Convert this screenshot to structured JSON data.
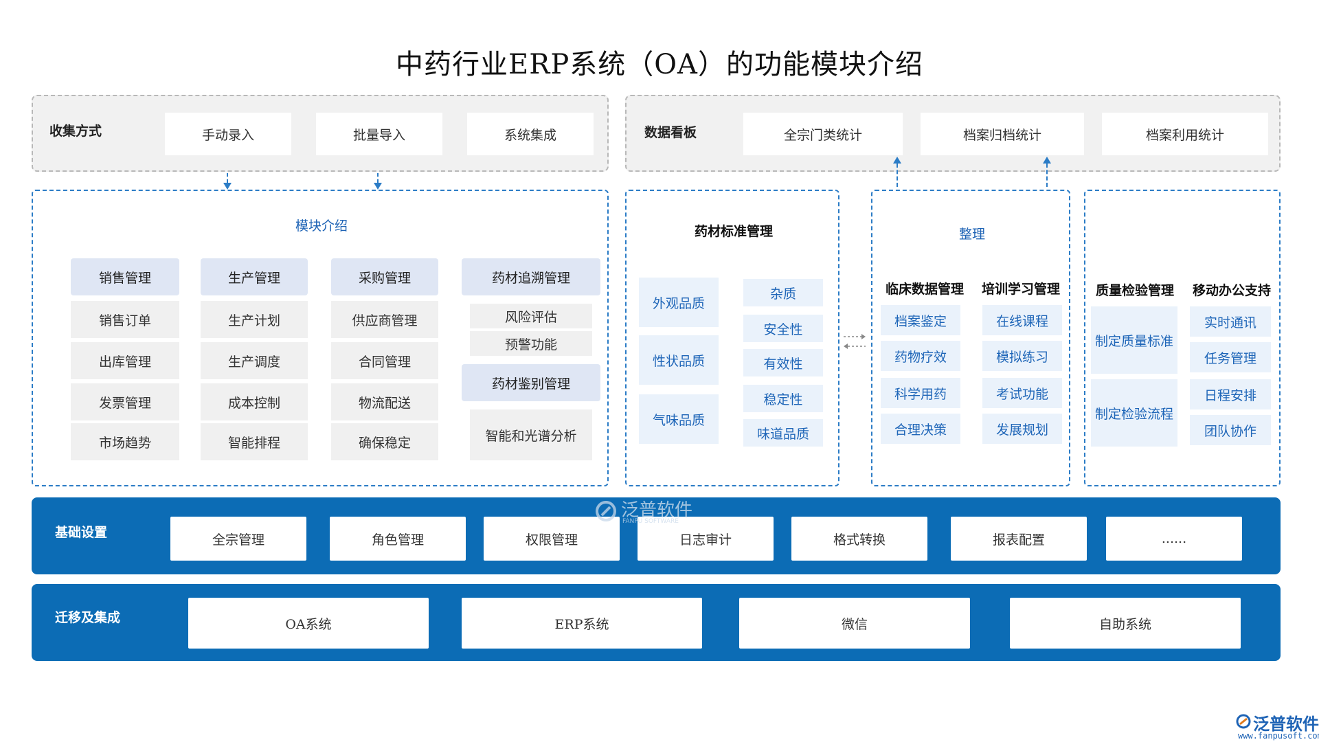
{
  "title": "中药行业ERP系统（OA）的功能模块介绍",
  "collect": {
    "label": "收集方式",
    "items": [
      "手动录入",
      "批量导入",
      "系统集成"
    ]
  },
  "dashboard": {
    "label": "数据看板",
    "items": [
      "全宗门类统计",
      "档案归档统计",
      "档案利用统计"
    ]
  },
  "modules": {
    "label": "模块介绍",
    "columns": [
      {
        "head": "销售管理",
        "items": [
          "销售订单",
          "出库管理",
          "发票管理",
          "市场趋势"
        ]
      },
      {
        "head": "生产管理",
        "items": [
          "生产计划",
          "生产调度",
          "成本控制",
          "智能排程"
        ]
      },
      {
        "head": "采购管理",
        "items": [
          "供应商管理",
          "合同管理",
          "物流配送",
          "确保稳定"
        ]
      }
    ],
    "trace": {
      "head": "药材追溯管理",
      "items": [
        "风险评估",
        "预警功能"
      ],
      "head2": "药材鉴别管理",
      "item2": "智能和光谱分析"
    }
  },
  "standard": {
    "label": "药材标准管理",
    "left": [
      "外观品质",
      "性状品质",
      "气味品质"
    ],
    "right": [
      "杂质",
      "安全性",
      "有效性",
      "稳定性",
      "味道品质"
    ]
  },
  "organize": {
    "label": "整理",
    "col1": {
      "head": "临床数据管理",
      "items": [
        "档案鉴定",
        "药物疗效",
        "科学用药",
        "合理决策"
      ]
    },
    "col2": {
      "head": "培训学习管理",
      "items": [
        "在线课程",
        "模拟练习",
        "考试功能",
        "发展规划"
      ]
    }
  },
  "quality": {
    "col1": {
      "head": "质量检验管理",
      "items": [
        "制定质量标准",
        "制定检验流程"
      ]
    },
    "col2": {
      "head": "移动办公支持",
      "items": [
        "实时通讯",
        "任务管理",
        "日程安排",
        "团队协作"
      ]
    }
  },
  "basic": {
    "label": "基础设置",
    "items": [
      "全宗管理",
      "角色管理",
      "权限管理",
      "日志审计",
      "格式转换",
      "报表配置",
      "......"
    ]
  },
  "migrate": {
    "label": "迁移及集成",
    "items": [
      "OA系统",
      "ERP系统",
      "微信",
      "自助系统"
    ]
  },
  "watermark": {
    "text": "泛普软件",
    "sub": "FANPU SOFTWARE"
  },
  "logo": {
    "text": "泛普软件",
    "url": "www.fanpusoft.com"
  },
  "colors": {
    "primary": "#0c6cb5",
    "accent_text": "#1e63b5",
    "dashed": "#2b7cc6"
  }
}
